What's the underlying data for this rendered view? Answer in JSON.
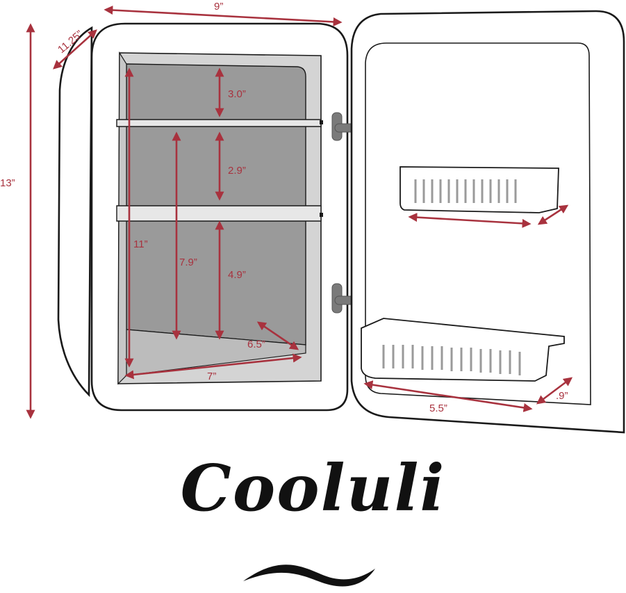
{
  "colors": {
    "dimension": "#a8323e",
    "outline": "#1a1a1a",
    "interior": "#9a9a9a",
    "interior_light": "#d4d4d4",
    "hinge": "#7a7a7a"
  },
  "dimensions": {
    "width": "9”",
    "depth": "11.25”",
    "height": "13”",
    "interior_height": "11”",
    "lower_clear_height": "7.9”",
    "top_shelf_gap": "3.0”",
    "middle_shelf_gap": "2.9”",
    "bottom_shelf_gap": "4.9”",
    "interior_depth": "6.5”",
    "interior_width": "7”",
    "door_bin_width": "5.5”",
    "door_bin_depth": ".9”"
  },
  "brand": {
    "name": "Cooluli",
    "icons": [
      "wave-swoosh-icon"
    ]
  }
}
